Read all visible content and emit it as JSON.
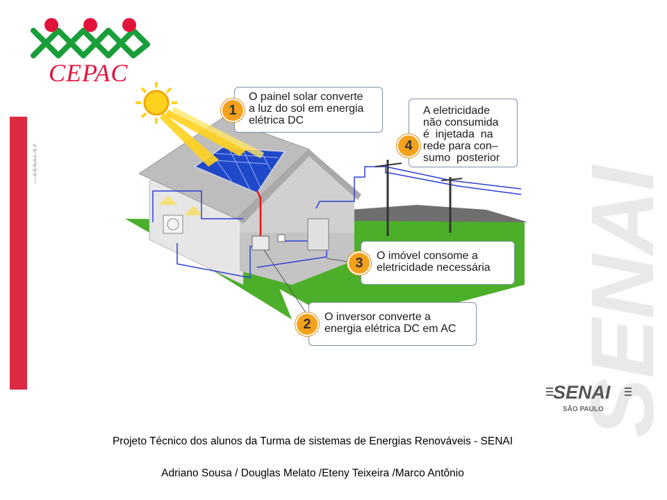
{
  "logo": {
    "cepac_text": "CEPAC",
    "senai_sp_vertical": "SENAI-SP"
  },
  "senai": {
    "brand": "SENAI",
    "region": "SÃO PAULO",
    "watermark": "SENAI"
  },
  "colors": {
    "red": "#dc2a43",
    "green": "#1a9e3a",
    "orange": "#f4a21d",
    "sky_blue": "#2b3fd6"
  },
  "callouts": [
    {
      "number": "1",
      "text": "O painel solar converte\na luz do sol em energia\nelétrica DC"
    },
    {
      "number": "2",
      "text": "O inversor converte a\nenergia elétrica DC em AC"
    },
    {
      "number": "3",
      "text": "O imóvel consome a\neletricidade necessária"
    },
    {
      "number": "4",
      "text": "A eletricidade\nnão consumida\né  injetada  na\nrede para con–\nsumo  posterior"
    }
  ],
  "footer": {
    "project": "Projeto Técnico dos alunos da Turma de sistemas de Energias Renováveis - SENAI",
    "authors": "Adriano Sousa / Douglas Melato /Eteny Teixeira /Marco Antônio"
  }
}
